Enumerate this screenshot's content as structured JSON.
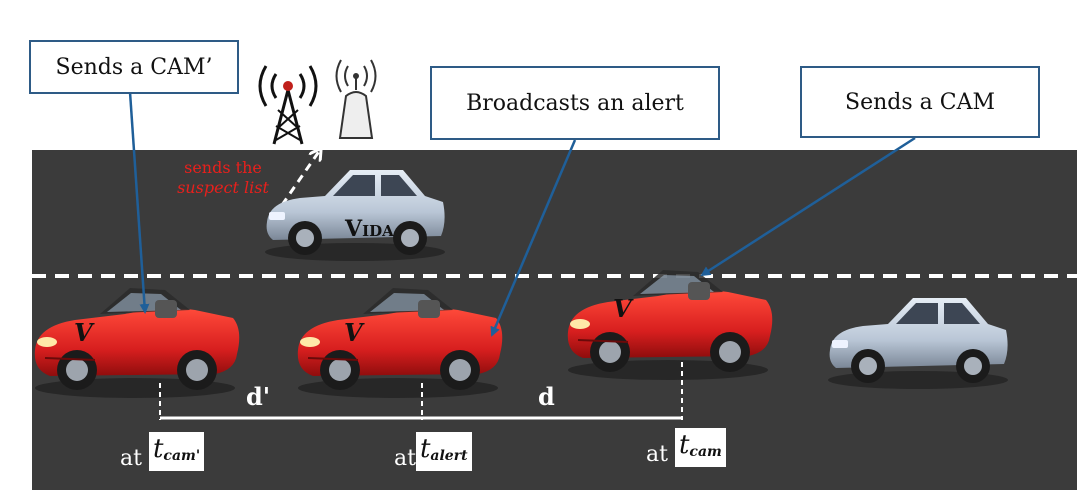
{
  "callouts": {
    "sends_cam_prime": "Sends a CAM’",
    "broadcasts_alert": "Broadcasts an alert",
    "sends_cam": "Sends a CAM"
  },
  "red_note": {
    "line1": "sends the",
    "line2": "suspect list"
  },
  "vehicle_labels": {
    "vida_main": "V",
    "vida_sub": "IDA",
    "v": "V"
  },
  "distances": {
    "d_prime": "d'",
    "d": "d"
  },
  "timestamps": {
    "at": "at",
    "t": "t",
    "cam_prime_sub": "cam'",
    "alert_sub": "alert",
    "cam_sub": "cam"
  },
  "colors": {
    "road": "#3b3b3b",
    "callout_border": "#2e5b86",
    "arrow": "#1f5f99",
    "red_car": "#d81f1f",
    "silver_car": "#b9c6d6",
    "note_red": "#e8201c"
  },
  "icons": [
    "antenna-tower-icon",
    "road-side-unit-icon",
    "red-convertible-icon",
    "silver-sedan-icon"
  ]
}
